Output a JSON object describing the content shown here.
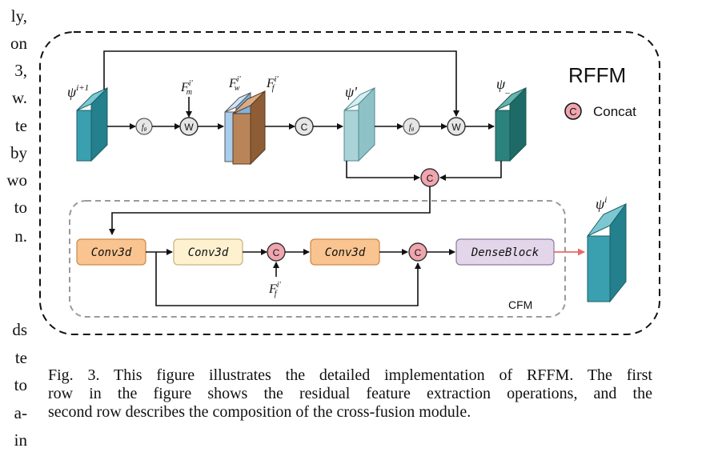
{
  "left_column_fragments": [
    "ly,",
    "on",
    "3,",
    "w.",
    "te",
    "by",
    "wo",
    "to",
    "n.",
    "ds",
    "te",
    "to",
    "a-",
    "in"
  ],
  "diagram": {
    "title": "RFFM",
    "legend_symbol": "C",
    "legend_label": "Concat",
    "module_label": "CFM",
    "input_label": "ψ",
    "input_sup": "i+1",
    "f_theta": "f",
    "f_theta_sub": "θ",
    "weight_op": "W",
    "concat_op": "C",
    "fm_label": "F",
    "fm_sup": "i'",
    "fm_sub": "m",
    "fw_label": "F",
    "fw_sup": "i'",
    "fw_sub": "w",
    "ff_label": "F",
    "ff_sup": "i'",
    "ff_sub": "f",
    "psi_prime_label": "ψ'",
    "psi_minus_label": "ψ",
    "psi_minus_sub": "_",
    "output_label": "ψ",
    "output_sup": "i",
    "blocks": [
      "Conv3d",
      "Conv3d",
      "Conv3d",
      "DenseBlock"
    ],
    "colors": {
      "input_block": "#3aa0b0",
      "psi_prime": "#a9d3d6",
      "psi_minus": "#2c837e",
      "conv1": "#f9c48f",
      "conv2": "#fdf1cf",
      "conv3": "#f9c48f",
      "dense": "#e3d6ea",
      "concat_fill": "#f0a6ae",
      "fw_layer": "#a9cdee",
      "ff_layer": "#b98558",
      "red_arrow": "#e86a6a"
    }
  },
  "caption": {
    "line1": "Fig. 3.  This figure illustrates the detailed implementation of RFFM. The first",
    "line2": "row in the figure shows the residual feature extraction operations, and the",
    "line3": "second row describes the composition of the cross-fusion module."
  }
}
